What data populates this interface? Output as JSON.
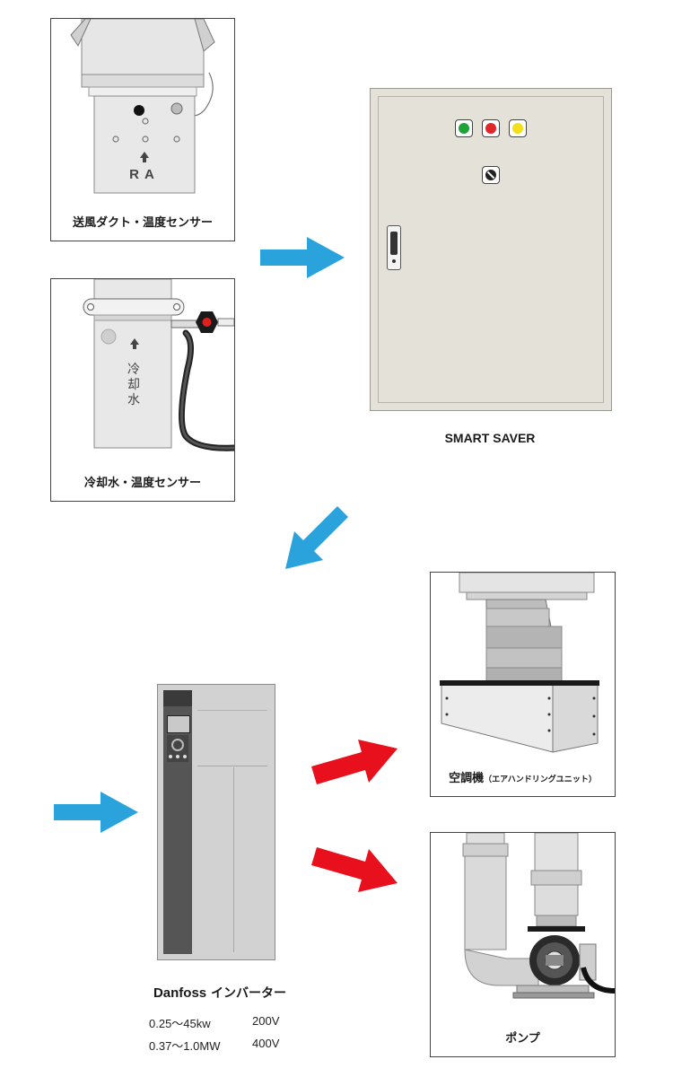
{
  "duct_sensor": {
    "caption": "送風ダクト・温度センサー",
    "duct_label": "RA"
  },
  "water_sensor": {
    "caption": "冷却水・温度センサー",
    "pipe_label": [
      "冷",
      "却",
      "水"
    ]
  },
  "smart_saver": {
    "label": "SMART SAVER",
    "lamp_colors": [
      "#1fa23a",
      "#e0262a",
      "#f3df1a"
    ]
  },
  "inverter": {
    "brand": "Danfoss",
    "name": "インバーター",
    "specs": [
      {
        "range": "0.25〜45kw",
        "voltage": "200V"
      },
      {
        "range": "0.37〜1.0MW",
        "voltage": "400V"
      }
    ]
  },
  "ahu": {
    "caption_main": "空調機",
    "caption_sub": "（エアハンドリングユニット）"
  },
  "pump": {
    "caption": "ポンプ"
  },
  "colors": {
    "blue_arrow": "#2aa3dd",
    "red_arrow": "#e8101c",
    "panel_gray": "#e3e1d8"
  }
}
